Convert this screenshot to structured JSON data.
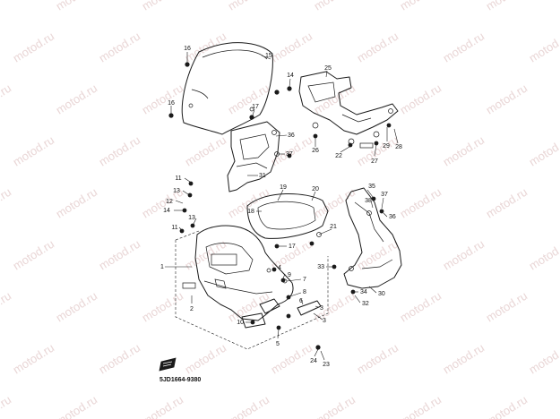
{
  "watermark": {
    "text": "motod.ru",
    "color": "#e9d6d6"
  },
  "diagram_code": "5JD1664-9380",
  "callouts": [
    {
      "id": "c16a",
      "label": "16"
    },
    {
      "id": "c15",
      "label": "15"
    },
    {
      "id": "c16b",
      "label": "16"
    },
    {
      "id": "c14a",
      "label": "14"
    },
    {
      "id": "c25",
      "label": "25"
    },
    {
      "id": "c36a",
      "label": "36"
    },
    {
      "id": "c37a",
      "label": "37"
    },
    {
      "id": "c17a",
      "label": "17"
    },
    {
      "id": "c31",
      "label": "31"
    },
    {
      "id": "c26",
      "label": "26"
    },
    {
      "id": "c22",
      "label": "22"
    },
    {
      "id": "c27",
      "label": "27"
    },
    {
      "id": "c29",
      "label": "29"
    },
    {
      "id": "c28",
      "label": "28"
    },
    {
      "id": "c11a",
      "label": "11"
    },
    {
      "id": "c13a",
      "label": "13"
    },
    {
      "id": "c12",
      "label": "12"
    },
    {
      "id": "c14b",
      "label": "14"
    },
    {
      "id": "c11b",
      "label": "11"
    },
    {
      "id": "c13b",
      "label": "13"
    },
    {
      "id": "c19",
      "label": "19"
    },
    {
      "id": "c20",
      "label": "20"
    },
    {
      "id": "c18",
      "label": "18"
    },
    {
      "id": "c21",
      "label": "21"
    },
    {
      "id": "c17b",
      "label": "17"
    },
    {
      "id": "c35",
      "label": "35"
    },
    {
      "id": "c38",
      "label": "38"
    },
    {
      "id": "c37b",
      "label": "37"
    },
    {
      "id": "c36b",
      "label": "36"
    },
    {
      "id": "c1",
      "label": "1"
    },
    {
      "id": "c4",
      "label": "4"
    },
    {
      "id": "c9",
      "label": "9"
    },
    {
      "id": "c7",
      "label": "7"
    },
    {
      "id": "c33",
      "label": "33"
    },
    {
      "id": "c34",
      "label": "34"
    },
    {
      "id": "c30",
      "label": "30"
    },
    {
      "id": "c32",
      "label": "32"
    },
    {
      "id": "c2",
      "label": "2"
    },
    {
      "id": "c8",
      "label": "8"
    },
    {
      "id": "c6",
      "label": "6"
    },
    {
      "id": "c3a",
      "label": "3"
    },
    {
      "id": "c3b",
      "label": "3"
    },
    {
      "id": "c10",
      "label": "10"
    },
    {
      "id": "c5",
      "label": "5"
    },
    {
      "id": "c24",
      "label": "24"
    },
    {
      "id": "c23",
      "label": "23"
    }
  ]
}
